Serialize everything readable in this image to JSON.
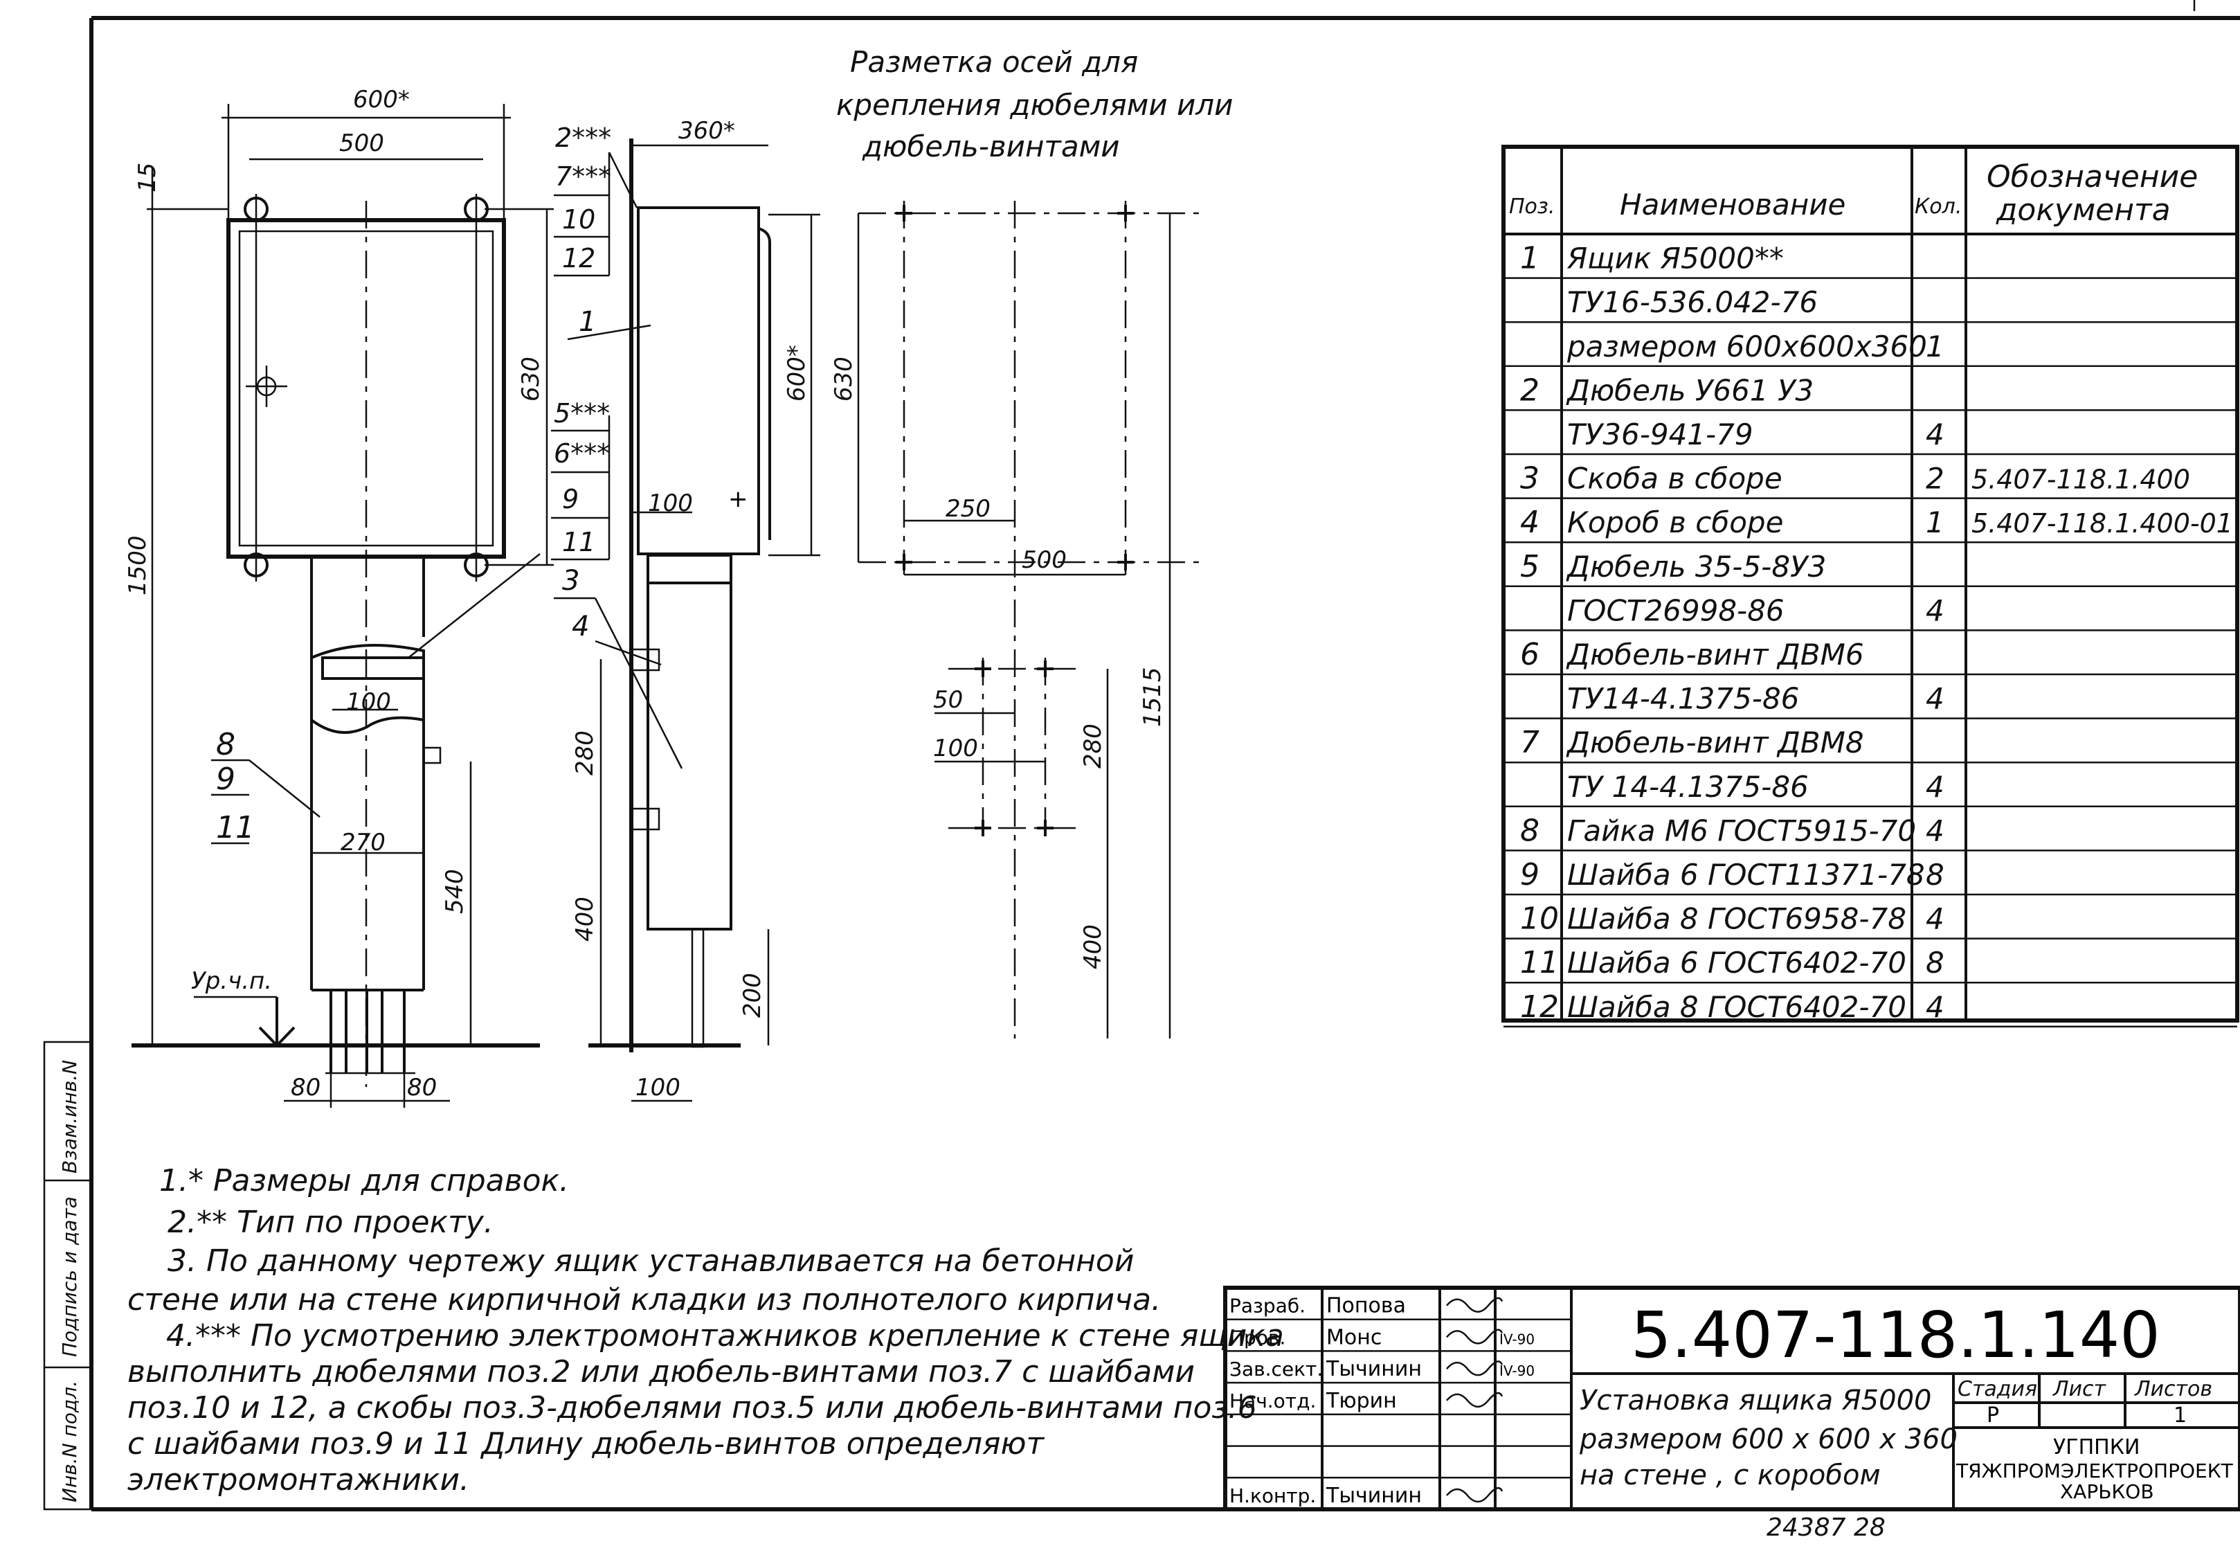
{
  "markup_title": [
    "Разметка осей для",
    "крепления дюбелями или",
    "дюбель-винтами"
  ],
  "dims_front": {
    "w600": "600*",
    "w500": "500",
    "d15": "15",
    "h630": "630",
    "h1500": "1500",
    "w100": "100",
    "w270": "270",
    "h540": "540",
    "b80a": "80",
    "b80b": "80",
    "floor": "Ур.ч.п."
  },
  "dims_side": {
    "d360": "360*",
    "h600": "600*",
    "d100a": "100",
    "h280": "280",
    "h400": "400",
    "h200": "200",
    "d100b": "100"
  },
  "dims_markup": {
    "h630": "630",
    "w250": "250",
    "w500": "500",
    "h1515": "1515",
    "d50": "50",
    "d100": "100",
    "h280": "280",
    "h400": "400"
  },
  "callouts_front": {
    "p8": "8",
    "p9": "9",
    "p11": "11"
  },
  "callouts_side": {
    "c2": "2***",
    "c7": "7***",
    "c10": "10",
    "c12": "12",
    "c1": "1",
    "c5": "5***",
    "c6": "6***",
    "c9": "9",
    "c11": "11",
    "c3": "3",
    "c4": "4"
  },
  "spec_table": {
    "headers": {
      "pos": "Поз.",
      "name": "Наименование",
      "qty": "Кол.",
      "doc": [
        "Обозначение",
        "документа"
      ]
    },
    "rows": [
      {
        "pos": "1",
        "name": "Ящик Я5000**",
        "qty": "",
        "doc": ""
      },
      {
        "pos": "",
        "name": "ТУ16-536.042-76",
        "qty": "",
        "doc": ""
      },
      {
        "pos": "",
        "name": "размером 600x600x360",
        "qty": "1",
        "doc": ""
      },
      {
        "pos": "2",
        "name": "Дюбель У661 У3",
        "qty": "",
        "doc": ""
      },
      {
        "pos": "",
        "name": "ТУ36-941-79",
        "qty": "4",
        "doc": ""
      },
      {
        "pos": "3",
        "name": "Скоба в сборе",
        "qty": "2",
        "doc": "5.407-118.1.400"
      },
      {
        "pos": "4",
        "name": "Короб в сборе",
        "qty": "1",
        "doc": "5.407-118.1.400-01"
      },
      {
        "pos": "5",
        "name": "Дюбель 35-5-8У3",
        "qty": "",
        "doc": ""
      },
      {
        "pos": "",
        "name": "ГОСТ26998-86",
        "qty": "4",
        "doc": ""
      },
      {
        "pos": "6",
        "name": "Дюбель-винт ДВМ6",
        "qty": "",
        "doc": ""
      },
      {
        "pos": "",
        "name": "ТУ14-4.1375-86",
        "qty": "4",
        "doc": ""
      },
      {
        "pos": "7",
        "name": "Дюбель-винт ДВМ8",
        "qty": "",
        "doc": ""
      },
      {
        "pos": "",
        "name": "ТУ 14-4.1375-86",
        "qty": "4",
        "doc": ""
      },
      {
        "pos": "8",
        "name": "Гайка М6  ГОСТ5915-70",
        "qty": "4",
        "doc": ""
      },
      {
        "pos": "9",
        "name": "Шайба 6 ГОСТ11371-78",
        "qty": "8",
        "doc": ""
      },
      {
        "pos": "10",
        "name": "Шайба 8 ГОСТ6958-78",
        "qty": "4",
        "doc": ""
      },
      {
        "pos": "11",
        "name": "Шайба 6  ГОСТ6402-70",
        "qty": "8",
        "doc": ""
      },
      {
        "pos": "12",
        "name": "Шайба 8 ГОСТ6402-70",
        "qty": "4",
        "doc": ""
      }
    ]
  },
  "notes": [
    "1.* Размеры для справок.",
    "2.** Тип по проекту.",
    "3. По данному чертежу ящик устанавливается на бетонной",
    "стене  или на стене кирпичной кладки из полнотелого кирпича.",
    "4.*** По усмотрению электромонтажников крепление к стене ящика",
    "выполнить  дюбелями поз.2 или дюбель-винтами поз.7 с шайбами",
    "поз.10 и 12, а скобы поз.3-дюбелями  поз.5 или дюбель-винтами поз.6",
    "с шайбами поз.9 и 11  Длину  дюбель-винтов  определяют",
    "электромонтажники."
  ],
  "title_block": {
    "doc_number": "5.407-118.1.140",
    "title_lines": [
      "Установка ящика Я5000",
      "размером 600 x 600 x 360",
      "на стене , с коробом"
    ],
    "stage_label": "Стадия",
    "sheet_label": "Лист",
    "sheets_label": "Листов",
    "stage": "Р",
    "sheet": "",
    "sheets": "1",
    "org": [
      "УГППКИ",
      "ТЯЖПРОМЭЛЕКТРОПРОЕКТ",
      "ХАРЬКОВ"
    ],
    "people": [
      {
        "role": "Разраб.",
        "name": "Попова",
        "date": ""
      },
      {
        "role": "Пров.",
        "name": "Монс",
        "date": "IV-90"
      },
      {
        "role": "Зав.сект.",
        "name": "Тычинин",
        "date": "IV-90"
      },
      {
        "role": "Нач.отд.",
        "name": "Тюрин",
        "date": ""
      },
      {
        "role": "",
        "name": "",
        "date": ""
      },
      {
        "role": "",
        "name": "",
        "date": ""
      },
      {
        "role": "Н.контр.",
        "name": "Тычинин",
        "date": ""
      }
    ]
  },
  "side_stamps": [
    "Инв.N подл.",
    "Подпись и дата",
    "Взам.инв.N"
  ],
  "archive_number": "24387  28"
}
